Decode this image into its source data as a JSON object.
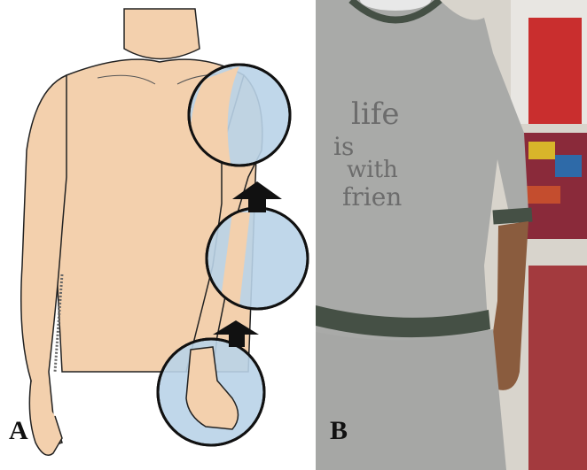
{
  "figure": {
    "panels": [
      {
        "id": "A",
        "label": "A",
        "content": "anatomical-illustration"
      },
      {
        "id": "B",
        "label": "B",
        "content": "photograph"
      }
    ]
  },
  "panel_a": {
    "label": "A",
    "skin_color": "#f3d0ad",
    "circle_fill": "#b9d3e8",
    "arrow_color": "#111111"
  },
  "panel_b": {
    "label": "B",
    "sweater_color": "#a9aaa8",
    "cuff_color": "#455045",
    "sweater_text_lines": [
      "life",
      "is",
      "with",
      "frien"
    ]
  }
}
